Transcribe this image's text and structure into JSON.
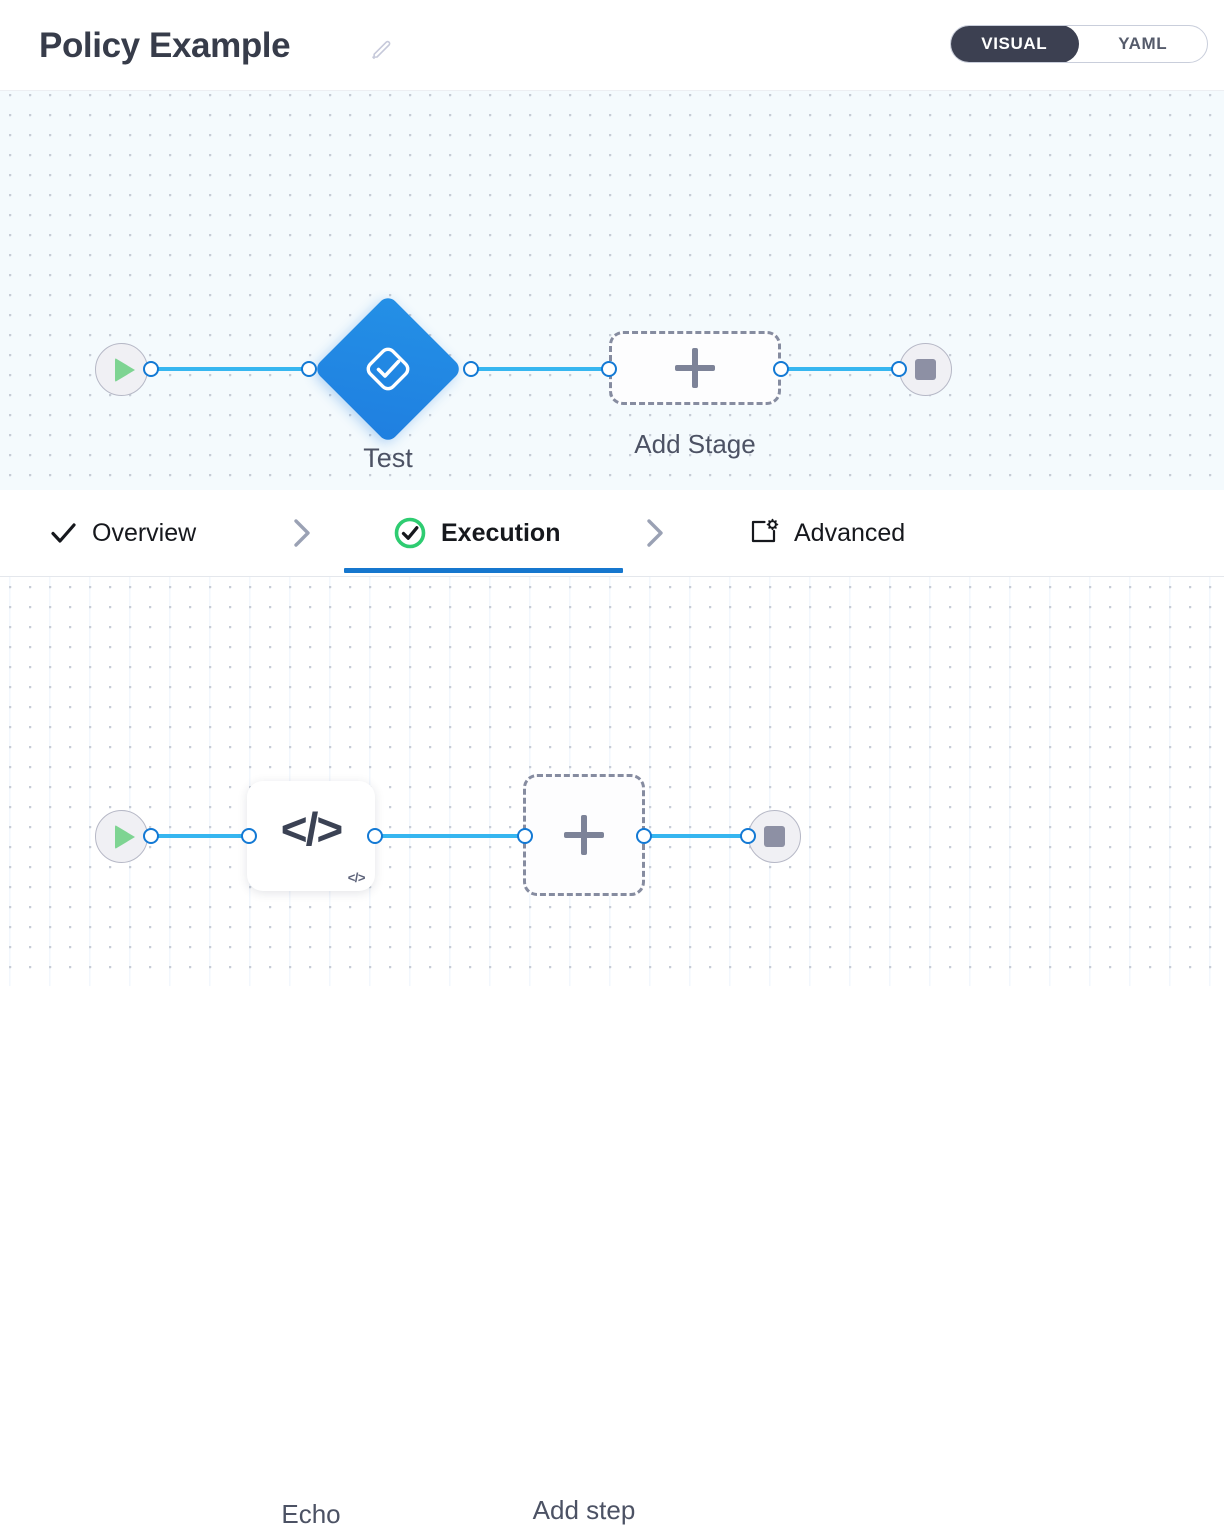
{
  "header": {
    "title": "Policy Example",
    "edit_icon": "pencil-icon",
    "mode_toggle": {
      "active": "VISUAL",
      "options": [
        {
          "label": "VISUAL",
          "active": true
        },
        {
          "label": "YAML",
          "active": false
        }
      ]
    }
  },
  "colors": {
    "accent_blue": "#1677ce",
    "edge_blue": "#36b6f0",
    "handle_blue": "#1379d4",
    "stage_blue": "#1f7fe0",
    "check_green": "#2ecc71",
    "play_green": "#7ed492",
    "canvas_top_bg": "#f4fafd",
    "canvas_bottom_bg": "#ffffff",
    "toggle_dark": "#3c4051",
    "label_gray": "#4c5264",
    "dashed_gray": "#868ca0"
  },
  "stage_canvas": {
    "name": "stage-pipeline-canvas",
    "start_node": {
      "icon": "play-icon",
      "label": ""
    },
    "end_node": {
      "icon": "stop-icon",
      "label": ""
    },
    "nodes": [
      {
        "type": "stage",
        "label": "Test",
        "icon": "stage-check-icon"
      },
      {
        "type": "add",
        "label": "Add Stage",
        "icon": "plus-icon"
      }
    ]
  },
  "tabs": {
    "items": [
      {
        "label": "Overview",
        "icon": "check-icon",
        "active": false
      },
      {
        "label": "Execution",
        "icon": "check-circle-icon",
        "active": true
      },
      {
        "label": "Advanced",
        "icon": "box-gear-icon",
        "active": false
      }
    ],
    "separator_icon": "chevron-right-icon"
  },
  "step_canvas": {
    "name": "execution-step-canvas",
    "start_node": {
      "icon": "play-icon",
      "label": ""
    },
    "end_node": {
      "icon": "stop-icon",
      "label": ""
    },
    "nodes": [
      {
        "type": "step",
        "label": "Echo",
        "icon": "code-icon",
        "badge": "</>"
      },
      {
        "type": "add",
        "label": "Add step",
        "icon": "plus-icon"
      }
    ]
  },
  "glyphs": {
    "code": "</>",
    "code_badge": "</>"
  }
}
